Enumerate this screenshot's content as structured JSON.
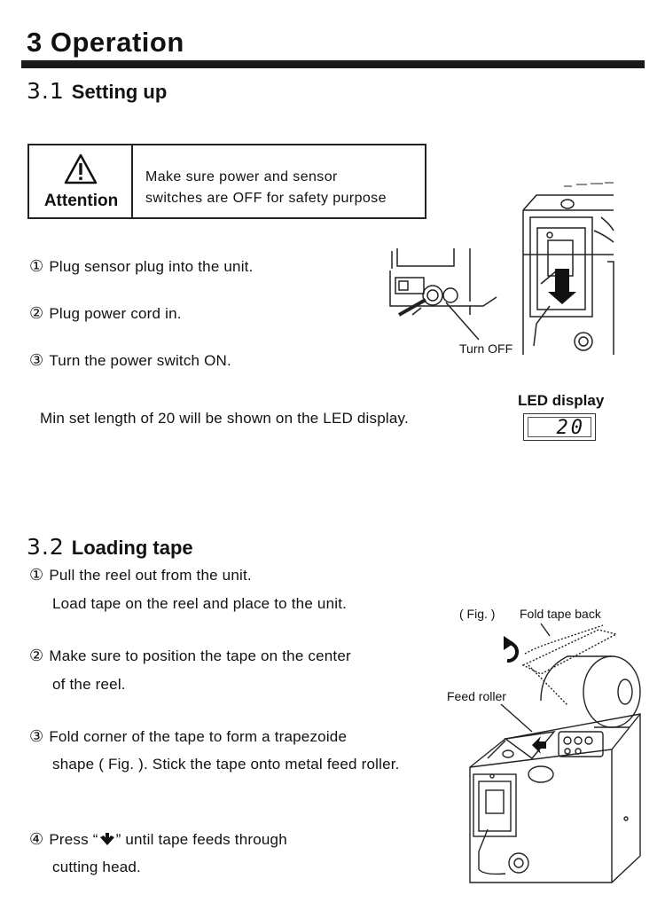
{
  "header": {
    "title": "3 Operation"
  },
  "section1": {
    "number": "3.1",
    "title": "Setting up",
    "attention": {
      "label": "Attention",
      "message_line1": "Make sure power and sensor",
      "message_line2": "switches are OFF for safety purpose"
    },
    "steps": [
      {
        "marker": "①",
        "text": "Plug sensor plug into the unit."
      },
      {
        "marker": "②",
        "text": "Plug power cord in."
      },
      {
        "marker": "③",
        "text": "Turn the power switch ON."
      }
    ],
    "figure_caption": "Turn OFF",
    "note": "Min set length of  20 will be shown on the LED display.",
    "led": {
      "title": "LED display",
      "value": "20"
    }
  },
  "section2": {
    "number": "3.2",
    "title": "Loading tape",
    "steps": [
      {
        "marker": "①",
        "line1": "Pull the reel out from the unit.",
        "line2": "Load tape on the reel and place to the unit."
      },
      {
        "marker": "②",
        "line1": "Make sure to position the tape on the center",
        "line2": "of the reel."
      },
      {
        "marker": "③",
        "line1": "Fold corner of the tape to form a trapezoide",
        "line2": "shape ( Fig. ). Stick the tape onto metal feed roller."
      },
      {
        "marker": "④",
        "line1_before": "Press “",
        "line1_after": "” until tape feeds through",
        "line2": "cutting head."
      }
    ],
    "figure": {
      "fig_label": "( Fig. )",
      "fold_label": "Fold tape back",
      "roller_label": "Feed roller"
    }
  },
  "icons": [
    "warning-triangle-icon",
    "down-arrow-icon",
    "rotate-arrow-icon"
  ]
}
